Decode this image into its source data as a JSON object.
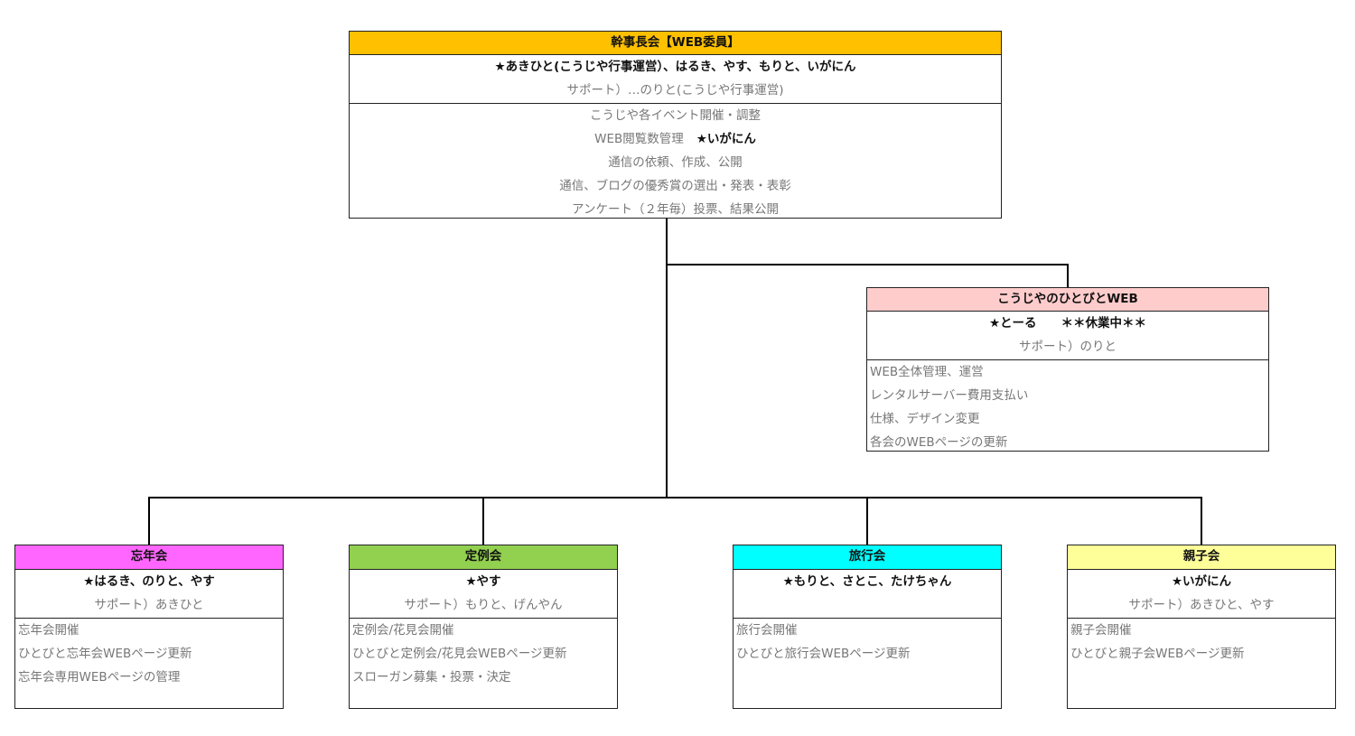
{
  "colors": {
    "executive": "#ffc000",
    "web": "#ffcccc",
    "bonenkai": "#ff66ff",
    "teireikai": "#92d050",
    "ryokoukai": "#00ffff",
    "oyakokai": "#ffff99"
  },
  "boxes": [
    {
      "id": "executive",
      "title": "幹事長会【WEB委員】",
      "leader": "★あきひと(こうじや行事運営）、はるき、やす、もりと、いがにん",
      "support": "サポート）…のりと(こうじや行事運営)",
      "tasks": [
        "こうじや各イベント開催・調整",
        {
          "text": "WEB閲覧数管理",
          "strong": "★いがにん"
        },
        "通信の依頼、作成、公開",
        "通信、ブログの優秀賞の選出・発表・表彰",
        "アンケート（２年毎）投票、結果公開"
      ]
    },
    {
      "id": "web",
      "title": "こうじやのひとびとWEB",
      "leader": "★とーる　　＊＊休業中＊＊",
      "support": "サポート）のりと",
      "tasks": [
        "WEB全体管理、運営",
        "レンタルサーバー費用支払い",
        "仕様、デザイン変更",
        "各会のWEBページの更新"
      ]
    },
    {
      "id": "bonenkai",
      "title": "忘年会",
      "leader": "★はるき、のりと、やす",
      "support": "サポート）あきひと",
      "tasks": [
        "忘年会開催",
        "ひとびと忘年会WEBページ更新",
        "忘年会専用WEBページの管理"
      ]
    },
    {
      "id": "teireikai",
      "title": "定例会",
      "leader": "★やす",
      "support": "サポート）もりと、げんやん",
      "tasks": [
        "定例会/花見会開催",
        "ひとびと定例会/花見会WEBページ更新",
        "スローガン募集・投票・決定"
      ]
    },
    {
      "id": "ryokoukai",
      "title": "旅行会",
      "leader": "★もりと、さとこ、たけちゃん",
      "support": "",
      "tasks": [
        "旅行会開催",
        "ひとびと旅行会WEBページ更新"
      ]
    },
    {
      "id": "oyakokai",
      "title": "親子会",
      "leader": "★いがにん",
      "support": "サポート）あきひと、やす",
      "tasks": [
        "親子会開催",
        "ひとびと親子会WEBページ更新"
      ]
    }
  ]
}
